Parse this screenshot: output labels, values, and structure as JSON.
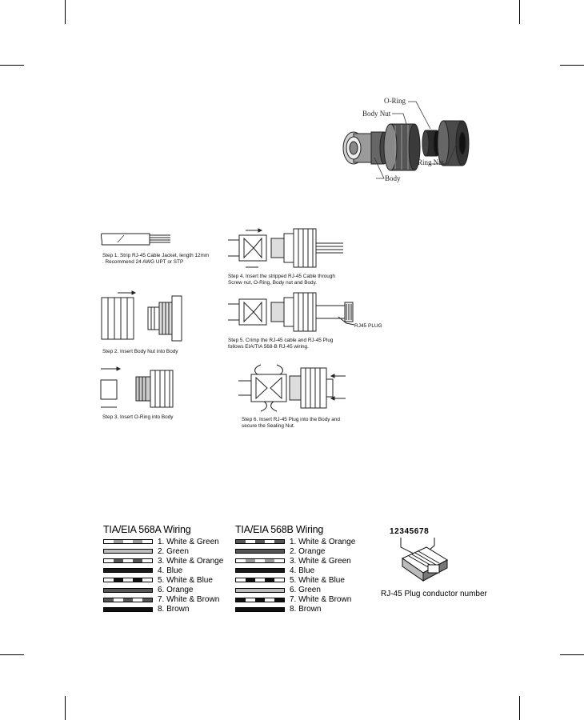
{
  "exploded_view": {
    "labels": {
      "o_ring": "O-Ring",
      "body_nut": "Body Nut",
      "ring_nut": "Ring Nut",
      "body": "Body"
    }
  },
  "steps": [
    {
      "id": 1,
      "text": "Step 1. Strip RJ-45 Cable Jacket, length 12mm\n   . Recommend 24 AWG UPT or STP"
    },
    {
      "id": 2,
      "text": "Step 2. Insert Body Nut into Body"
    },
    {
      "id": 3,
      "text": "Step 3. Insert O-Ring into Body"
    },
    {
      "id": 4,
      "text": "Step 4. Insert the stripped RJ-45 Cable through\nScrew nut, O-Ring, Body nut and Body."
    },
    {
      "id": 5,
      "text": "Step 5. Crimp the RJ-45 cable and RJ-45 Plug\nfollows EIA/TIA 568-B RJ-45 wiring."
    },
    {
      "id": 6,
      "text": "Step 6. Insert  RJ-45 Plug into the Body  and\nsecure the Sealing Nut."
    }
  ],
  "rj45_plug_label": "RJ45  PLUG",
  "wiring": {
    "a": {
      "title": "TIA/EIA 568A Wiring",
      "rows": [
        {
          "label": "1. White & Green",
          "colors": [
            "#ffffff",
            "#9a9a9a",
            "#ffffff",
            "#9a9a9a",
            "#ffffff"
          ]
        },
        {
          "label": "2. Green",
          "colors": [
            "#bdbdbd"
          ]
        },
        {
          "label": "3. White & Orange",
          "colors": [
            "#ffffff",
            "#555555",
            "#ffffff",
            "#555555",
            "#ffffff"
          ]
        },
        {
          "label": "4. Blue",
          "colors": [
            "#1a1a1a"
          ]
        },
        {
          "label": "5. White & Blue",
          "colors": [
            "#ffffff",
            "#111111",
            "#ffffff",
            "#111111",
            "#ffffff"
          ]
        },
        {
          "label": "6. Orange",
          "colors": [
            "#555555"
          ]
        },
        {
          "label": "7. White & Brown",
          "colors": [
            "#555555",
            "#ffffff",
            "#555555",
            "#ffffff",
            "#555555"
          ]
        },
        {
          "label": "8. Brown",
          "colors": [
            "#111111"
          ]
        }
      ]
    },
    "b": {
      "title": "TIA/EIA 568B Wiring",
      "rows": [
        {
          "label": "1. White & Orange",
          "colors": [
            "#555555",
            "#ffffff",
            "#555555",
            "#ffffff",
            "#555555"
          ]
        },
        {
          "label": "2. Orange",
          "colors": [
            "#555555"
          ]
        },
        {
          "label": "3. White & Green",
          "colors": [
            "#ffffff",
            "#9a9a9a",
            "#ffffff",
            "#9a9a9a",
            "#ffffff"
          ]
        },
        {
          "label": "4. Blue",
          "colors": [
            "#1a1a1a"
          ]
        },
        {
          "label": "5. White & Blue",
          "colors": [
            "#ffffff",
            "#111111",
            "#ffffff",
            "#111111",
            "#ffffff"
          ]
        },
        {
          "label": "6. Green",
          "colors": [
            "#bdbdbd"
          ]
        },
        {
          "label": "7. White & Brown",
          "colors": [
            "#111111",
            "#ffffff",
            "#111111",
            "#ffffff",
            "#111111"
          ]
        },
        {
          "label": "8. Brown",
          "colors": [
            "#111111"
          ]
        }
      ]
    }
  },
  "plug": {
    "digits": "12345678",
    "caption": "RJ-45 Plug conductor number"
  }
}
